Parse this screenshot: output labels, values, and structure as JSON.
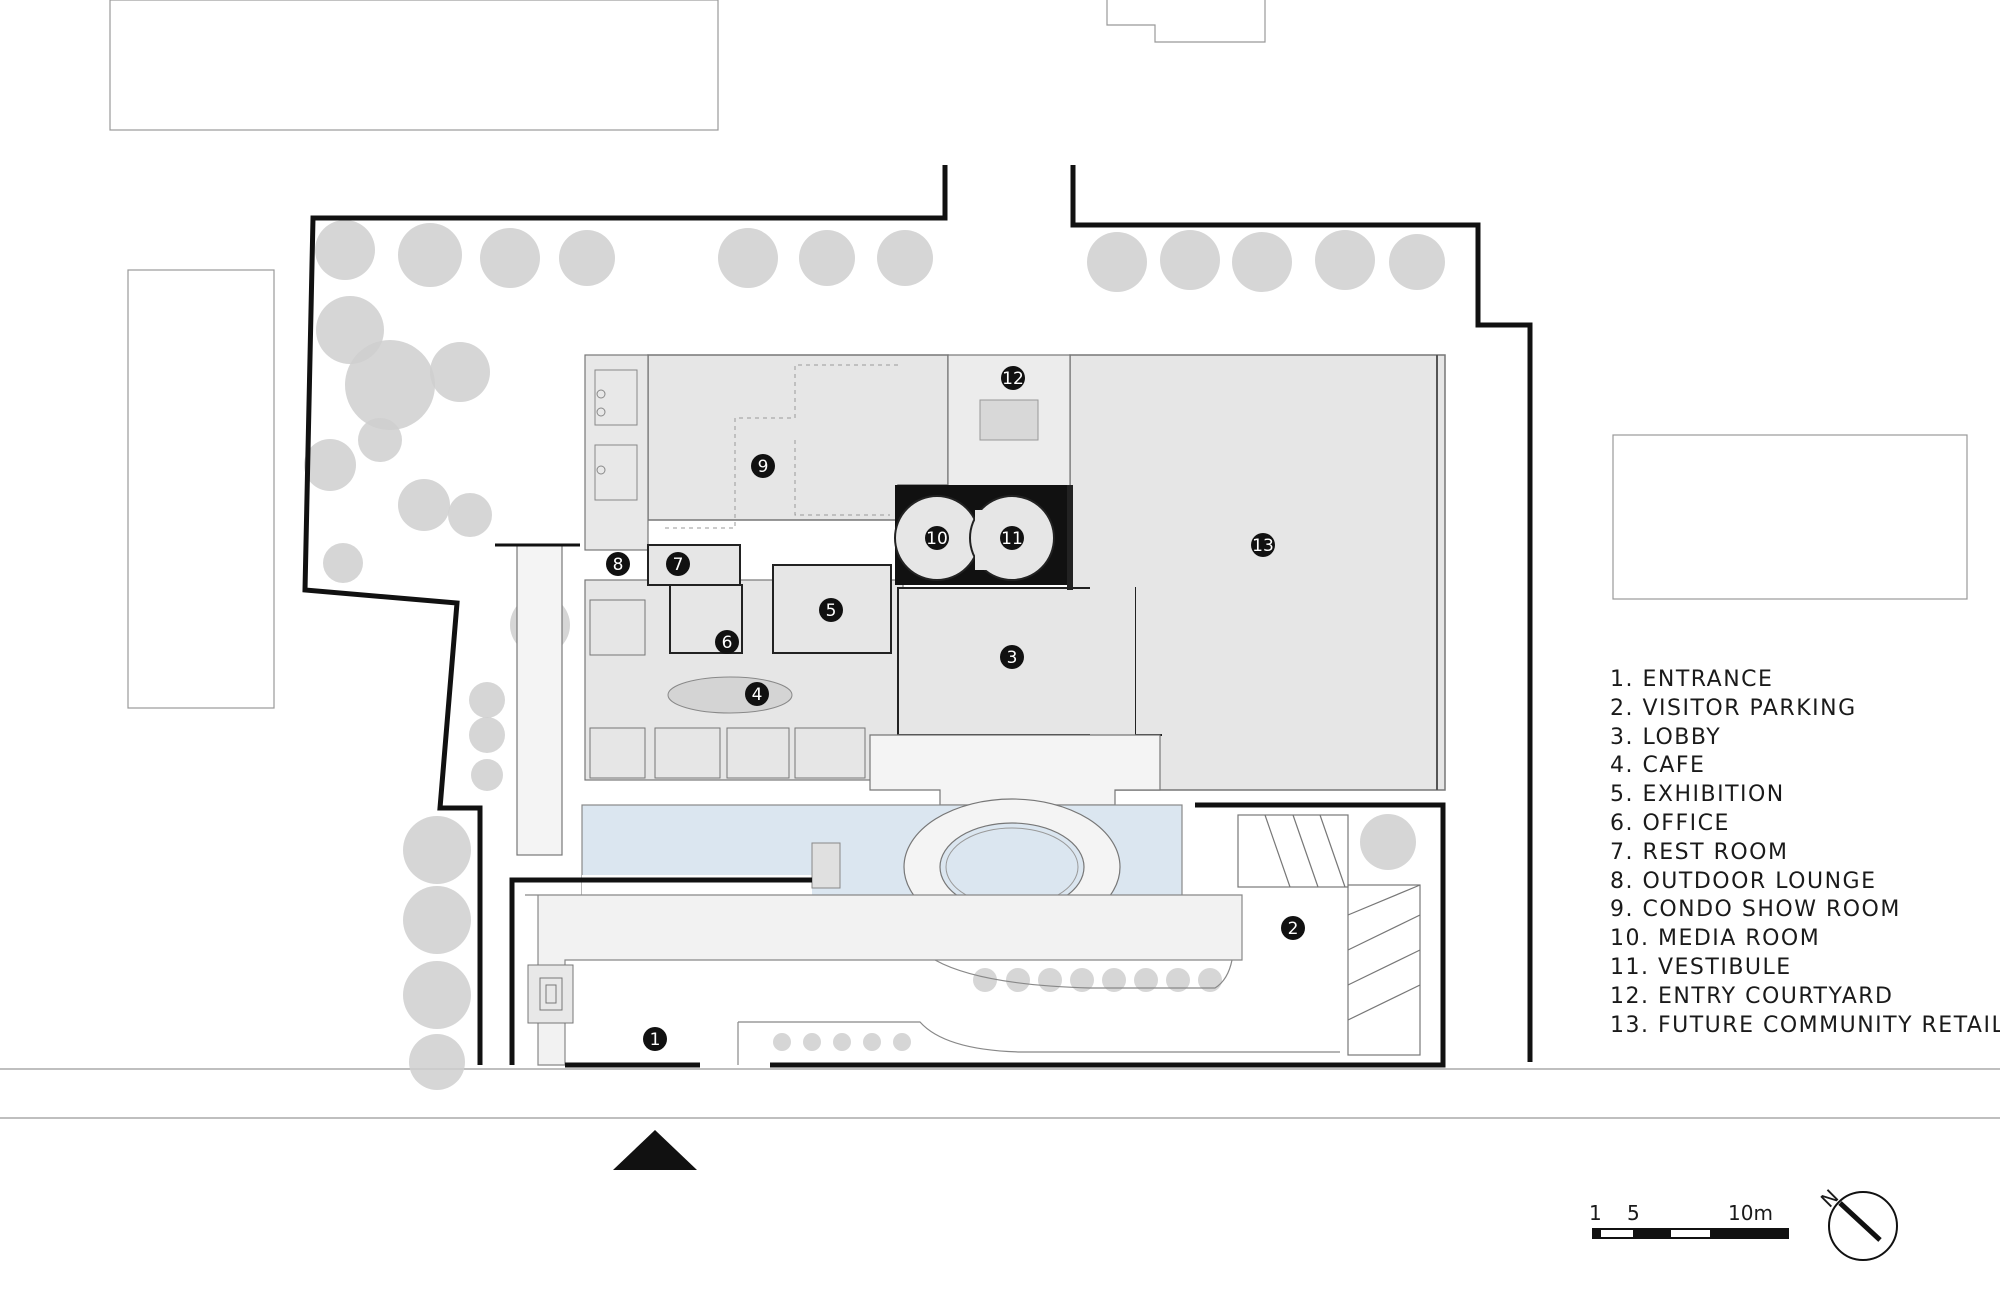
{
  "legend": {
    "items": [
      "1. ENTRANCE",
      "2. VISITOR PARKING",
      "3. LOBBY",
      "4. CAFE",
      "5. EXHIBITION",
      "6. OFFICE",
      "7. REST ROOM",
      "8. OUTDOOR LOUNGE",
      "9. CONDO SHOW ROOM",
      "10. MEDIA ROOM",
      "11. VESTIBULE",
      "12. ENTRY COURTYARD",
      "13. FUTURE COMMUNITY RETAIL"
    ]
  },
  "markers": [
    "1",
    "2",
    "3",
    "4",
    "5",
    "6",
    "7",
    "8",
    "9",
    "10",
    "11",
    "12",
    "13"
  ],
  "scale_bar": {
    "label_1": "1",
    "label_5": "5",
    "label_10": "10m"
  },
  "north_arrow": {
    "label": "N"
  },
  "colors": {
    "building_fill": "#e6e6e6",
    "water": "#dbe6f0",
    "tree": "#cfcfcf",
    "wall": "#111111"
  },
  "icons": {
    "entrance_arrow": "triangle-up-icon",
    "north": "north-arrow-icon"
  }
}
